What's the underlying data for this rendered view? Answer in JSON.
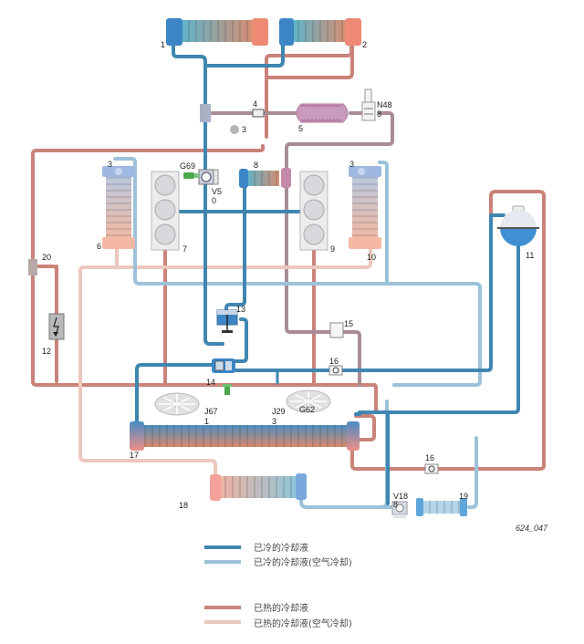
{
  "figure_id": "624_047",
  "colors": {
    "cooled": "#3f86b0",
    "cooled_air": "#9cc2da",
    "heated": "#c9837a",
    "heated_air": "#ecc7bd",
    "purple": "#a98c98"
  },
  "labels": {
    "c1": "1",
    "c2": "2",
    "c3a": "3",
    "c3b": "3",
    "c3c": "3",
    "c4": "4",
    "c5": "5",
    "n48": "N48",
    "n48_sub": "8",
    "g69": "G69",
    "v5": "V5",
    "v5_sub": "0",
    "c6": "6",
    "c7": "7",
    "c8": "8",
    "c9": "9",
    "c10": "10",
    "c11": "11",
    "c12": "12",
    "c13": "13",
    "c14": "14",
    "c15": "15",
    "c16a": "16",
    "c16b": "16",
    "c17": "17",
    "c18": "18",
    "c19": "19",
    "c20": "20",
    "j67": "J67",
    "j67_sub": "1",
    "j29": "J29",
    "j29_sub": "3",
    "g62": "G62",
    "v18": "V18",
    "v18_sub": "8"
  },
  "legend": [
    {
      "key": "cooled",
      "label": "已冷的冷却液"
    },
    {
      "key": "cooled_air",
      "label": "已冷的冷却液(空气冷却)"
    },
    {
      "key": "heated",
      "label": "已热的冷却液"
    },
    {
      "key": "heated_air",
      "label": "已热的冷却液(空气冷却)"
    }
  ]
}
